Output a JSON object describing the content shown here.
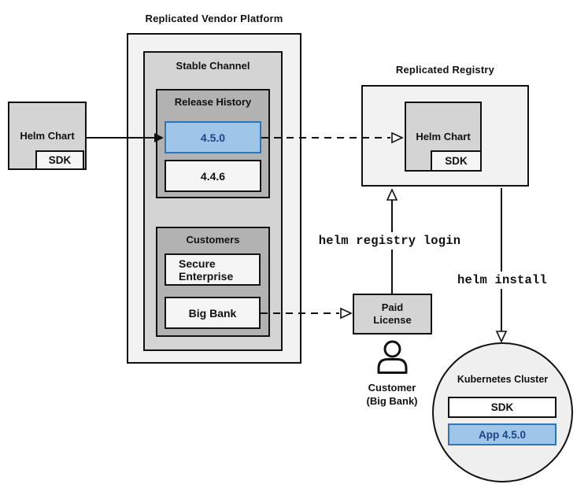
{
  "titles": {
    "vendor_platform": "Replicated Vendor Platform",
    "registry": "Replicated Registry"
  },
  "vendor_platform": {
    "stable_channel": {
      "label": "Stable Channel"
    },
    "release_history": {
      "label": "Release History",
      "versions": [
        {
          "id": "4.5.0",
          "highlighted": true
        },
        {
          "id": "4.4.6",
          "highlighted": false
        }
      ]
    },
    "customers": {
      "label": "Customers",
      "items": [
        {
          "name": "Secure Enterprise"
        },
        {
          "name": "Big Bank"
        }
      ]
    }
  },
  "source_helm_chart": {
    "label": "Helm Chart",
    "sdk": "SDK"
  },
  "registry": {
    "helm_chart": "Helm Chart",
    "sdk": "SDK"
  },
  "paid_license": {
    "label": "Paid License"
  },
  "customer_caption": {
    "line1": "Customer",
    "line2": "(Big Bank)"
  },
  "cluster": {
    "label": "Kubernetes Cluster",
    "sdk": "SDK",
    "app": "App 4.5.0"
  },
  "commands": {
    "login": "helm registry login",
    "install": "helm install"
  },
  "icons": {
    "customer": "person-icon"
  },
  "colors": {
    "highlight_fill": "#9fc5e8",
    "highlight_border": "#2e75b6",
    "highlight_text": "#1c4587",
    "box_border": "#111111",
    "gray_outer": "#f2f2f2",
    "gray_mid": "#d4d4d4",
    "gray_dark": "#b2b2b2"
  }
}
